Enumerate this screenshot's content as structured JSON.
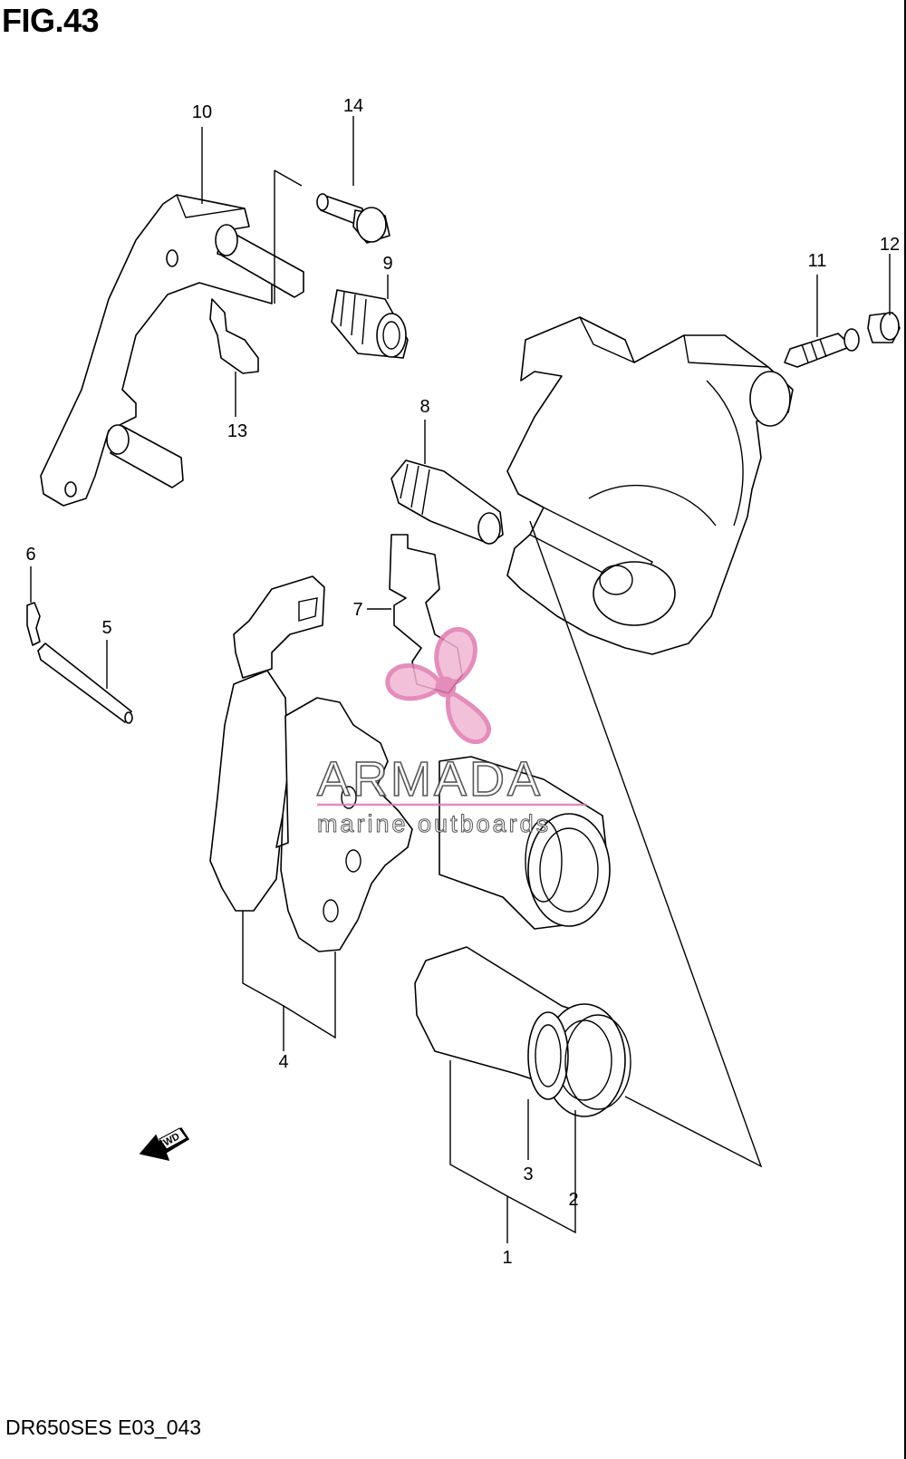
{
  "figure": {
    "title": "FIG.43",
    "code": "DR650SES E03_043"
  },
  "callouts": [
    "10",
    "14",
    "9",
    "13",
    "12",
    "11",
    "8",
    "6",
    "5",
    "7",
    "4",
    "1",
    "2",
    "3"
  ],
  "fwd_label": "FWD",
  "watermark": {
    "brand": "ARMADA",
    "tagline": "marine outboards",
    "color": "#e07ab0"
  }
}
